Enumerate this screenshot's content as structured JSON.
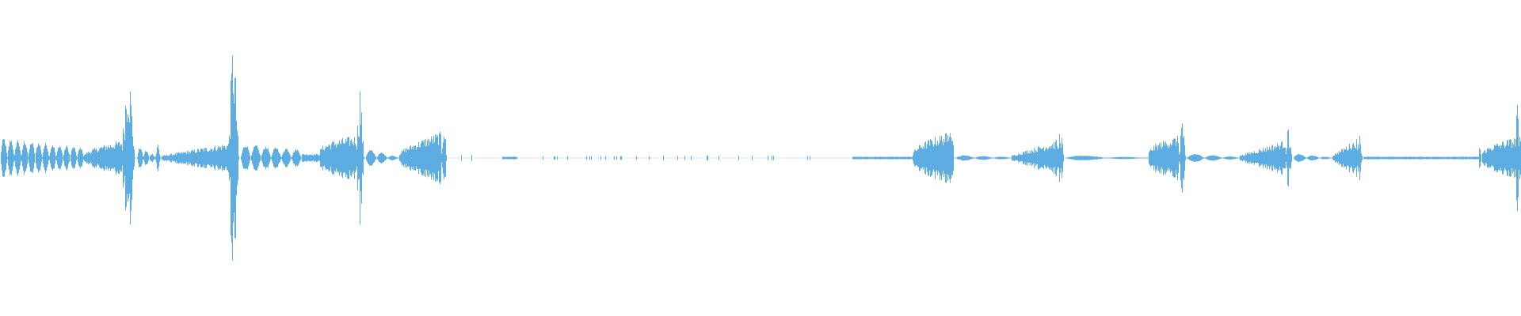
{
  "waveform": {
    "color": "#5dade2",
    "background": "#ffffff",
    "duration": 1,
    "peak_amplitude": 1,
    "sample_count": 1200,
    "segments": [
      {
        "start": 0.0,
        "end": 0.055,
        "amp": 0.13,
        "shape": "pulses",
        "pulses": 12,
        "decay": 0.5
      },
      {
        "start": 0.055,
        "end": 0.08,
        "amp": 0.13,
        "shape": "ramp",
        "rise": 0.6
      },
      {
        "start": 0.08,
        "end": 0.09,
        "amp": 0.81,
        "shape": "spike"
      },
      {
        "start": 0.09,
        "end": 0.102,
        "amp": 0.08,
        "shape": "pulses",
        "pulses": 3,
        "decay": 0.8
      },
      {
        "start": 0.102,
        "end": 0.106,
        "amp": 0.13,
        "shape": "spike"
      },
      {
        "start": 0.106,
        "end": 0.15,
        "amp": 0.11,
        "shape": "ramp",
        "rise": 1.0
      },
      {
        "start": 0.15,
        "end": 0.158,
        "amp": 1.0,
        "shape": "spike"
      },
      {
        "start": 0.158,
        "end": 0.198,
        "amp": 0.09,
        "shape": "pulses",
        "pulses": 6,
        "decay": 0.4
      },
      {
        "start": 0.198,
        "end": 0.21,
        "amp": 0.03,
        "shape": "flat"
      },
      {
        "start": 0.21,
        "end": 0.234,
        "amp": 0.16,
        "shape": "ramp",
        "rise": 0.3
      },
      {
        "start": 0.234,
        "end": 0.24,
        "amp": 0.58,
        "shape": "spike"
      },
      {
        "start": 0.24,
        "end": 0.262,
        "amp": 0.06,
        "shape": "pulses",
        "pulses": 3,
        "decay": 0.9
      },
      {
        "start": 0.262,
        "end": 0.29,
        "amp": 0.19,
        "shape": "ramp",
        "rise": 0.7
      },
      {
        "start": 0.29,
        "end": 0.294,
        "amp": 0.36,
        "shape": "spike"
      },
      {
        "start": 0.294,
        "end": 0.33,
        "amp": 0.01,
        "shape": "sparse"
      },
      {
        "start": 0.33,
        "end": 0.34,
        "amp": 0.01,
        "shape": "flat"
      },
      {
        "start": 0.34,
        "end": 0.43,
        "amp": 0.006,
        "shape": "sparse"
      },
      {
        "start": 0.43,
        "end": 0.515,
        "amp": 0.008,
        "shape": "sparse"
      },
      {
        "start": 0.515,
        "end": 0.535,
        "amp": 0.006,
        "shape": "sparse"
      },
      {
        "start": 0.56,
        "end": 0.6,
        "amp": 0.01,
        "shape": "flat"
      },
      {
        "start": 0.6,
        "end": 0.622,
        "amp": 0.18,
        "shape": "ramp",
        "rise": 0.5
      },
      {
        "start": 0.622,
        "end": 0.628,
        "amp": 0.52,
        "shape": "spike"
      },
      {
        "start": 0.628,
        "end": 0.665,
        "amp": 0.02,
        "shape": "pulses",
        "pulses": 3,
        "decay": 0.7
      },
      {
        "start": 0.665,
        "end": 0.695,
        "amp": 0.13,
        "shape": "ramp",
        "rise": 1.0
      },
      {
        "start": 0.695,
        "end": 0.7,
        "amp": 0.28,
        "shape": "spike"
      },
      {
        "start": 0.7,
        "end": 0.755,
        "amp": 0.02,
        "shape": "pulses",
        "pulses": 2,
        "decay": 0.9
      },
      {
        "start": 0.755,
        "end": 0.775,
        "amp": 0.16,
        "shape": "ramp",
        "rise": 0.4
      },
      {
        "start": 0.775,
        "end": 0.78,
        "amp": 0.35,
        "shape": "spike"
      },
      {
        "start": 0.78,
        "end": 0.815,
        "amp": 0.03,
        "shape": "pulses",
        "pulses": 3,
        "decay": 0.8
      },
      {
        "start": 0.815,
        "end": 0.845,
        "amp": 0.13,
        "shape": "ramp",
        "rise": 1.0
      },
      {
        "start": 0.845,
        "end": 0.85,
        "amp": 0.27,
        "shape": "spike"
      },
      {
        "start": 0.85,
        "end": 0.876,
        "amp": 0.03,
        "shape": "pulses",
        "pulses": 3,
        "decay": 0.9
      },
      {
        "start": 0.876,
        "end": 0.892,
        "amp": 0.14,
        "shape": "ramp",
        "rise": 1.0
      },
      {
        "start": 0.892,
        "end": 0.896,
        "amp": 0.28,
        "shape": "spike"
      },
      {
        "start": 0.896,
        "end": 0.972,
        "amp": 0.01,
        "shape": "flat"
      },
      {
        "start": 0.972,
        "end": 0.974,
        "amp": 0.14,
        "shape": "spike"
      },
      {
        "start": 0.974,
        "end": 1.0,
        "amp": 0.16,
        "shape": "ramp",
        "rise": 0.5
      },
      {
        "start": 0.996,
        "end": 1.0,
        "amp": 0.5,
        "shape": "spike"
      }
    ]
  }
}
